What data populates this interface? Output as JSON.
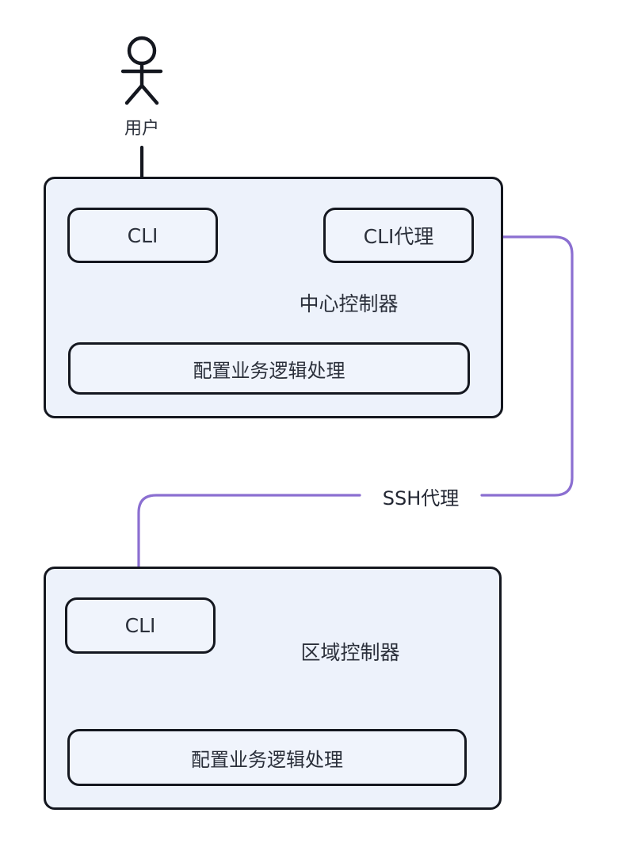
{
  "diagram": {
    "actor": {
      "label": "用户"
    },
    "labels": {
      "center_container": "中心控制器",
      "region_container": "区域控制器",
      "ssh_proxy_edge": "SSH代理"
    },
    "nodes": {
      "center_cli": "CLI",
      "center_cli_proxy": "CLI代理",
      "center_logic": "配置业务逻辑处理",
      "region_cli": "CLI",
      "region_logic": "配置业务逻辑处理"
    },
    "edges": [
      {
        "from": "用户",
        "to": "CLI (中心控制器)",
        "color": "black",
        "label": ""
      },
      {
        "from": "CLI (中心控制器)",
        "to": "CLI代理",
        "color": "purple",
        "label": ""
      },
      {
        "from": "CLI (中心控制器)",
        "to": "配置业务逻辑处理 (中心控制器)",
        "color": "black",
        "label": ""
      },
      {
        "from": "CLI代理",
        "to": "CLI (区域控制器)",
        "color": "purple",
        "label": "SSH代理"
      },
      {
        "from": "CLI (区域控制器)",
        "to": "配置业务逻辑处理 (区域控制器)",
        "color": "purple",
        "label": ""
      }
    ],
    "colors": {
      "purple": "#8b6fd1",
      "ink": "#14171f",
      "container_fill": "#edf2fb",
      "node_fill": "#f0f4fc",
      "text": "#2b303b",
      "bg": "#ffffff"
    }
  }
}
